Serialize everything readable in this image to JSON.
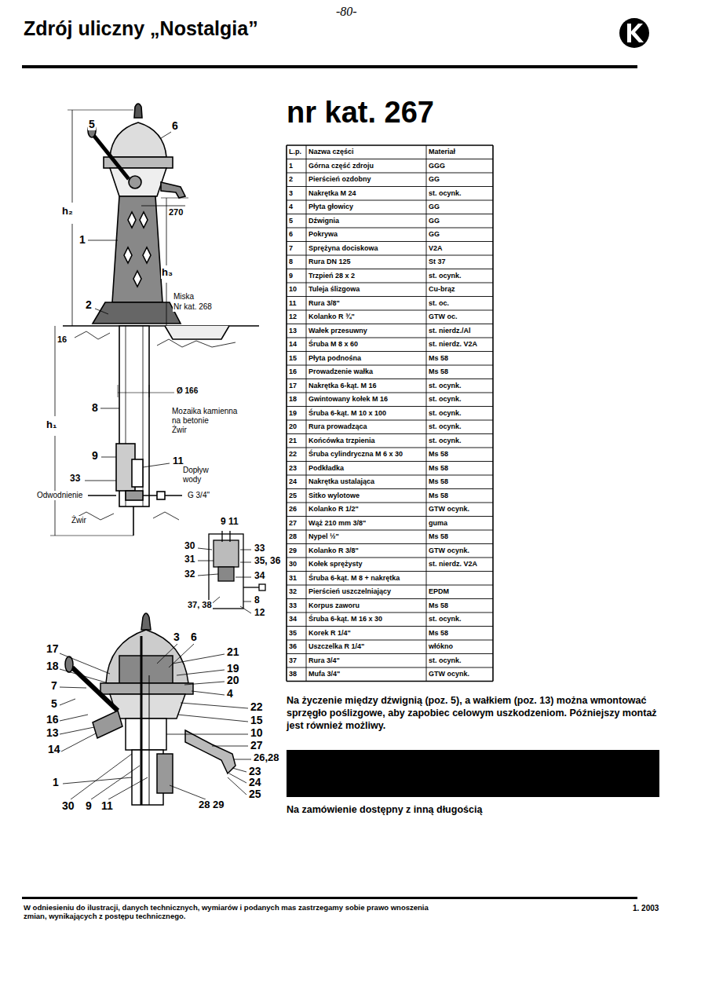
{
  "diagram": {
    "title": "Zdrój uliczny „Nostalgia”",
    "labels": [
      "-80-",
      "nr kat. 267",
      "L.p.",
      "Nazwa części",
      "Materiał",
      "1",
      "Górna część zdroju",
      "GGG",
      "2",
      "Pierścień ozdobny",
      "GG",
      "3",
      "Nakrętka M 24",
      "st. ocynk.",
      "4",
      "Płyta głowicy",
      "GG",
      "5",
      "Dźwignia",
      "GG",
      "6",
      "Pokrywa",
      "GG",
      "7",
      "Sprężyna dociskowa",
      "V2A",
      "8",
      "Rura DN 125",
      "St 37",
      "9",
      "Trzpień 28 x 2",
      "st. ocynk.",
      "10",
      "Tuleja ślizgowa",
      "Cu-brąz",
      "11",
      "Rura 3/8\"",
      "st. oc.",
      "12",
      "Kolanko R ¾\"",
      "GTW oc.",
      "13",
      "Wałek przesuwny",
      "st. nierdz./Al",
      "14",
      "Śruba M 8 x 60",
      "st. nierdz. V2A",
      "15",
      "Płyta podnośna",
      "Ms 58",
      "16",
      "Prowadzenie wałka",
      "Ms 58",
      "17",
      "Nakrętka 6-kąt. M 16",
      "st. ocynk.",
      "18",
      "Gwintowany kołek M 16",
      "st. ocynk.",
      "19",
      "Śruba 6-kąt. M 10 x 100",
      "st. ocynk.",
      "20",
      "Rura prowadząca",
      "st. ocynk.",
      "21",
      "Końcówka trzpienia",
      "st. ocynk.",
      "22",
      "Śruba cylindryczna M 6 x 30",
      "Ms 58",
      "23",
      "Podkładka",
      "Ms 58",
      "24",
      "Nakrętka ustalająca",
      "Ms 58",
      "25",
      "Sitko wylotowe",
      "Ms 58",
      "26",
      "Kolanko R 1/2\"",
      "GTW ocynk.",
      "27",
      "Wąż 210 mm 3/8\"",
      "guma",
      "28",
      "Nypel ½\"",
      "Ms 58",
      "29",
      "Kolanko R 3/8\"",
      "GTW ocynk.",
      "30",
      "Kołek sprężysty",
      "st. nierdz. V2A",
      "31",
      "Śruba 6-kąt. M 8 + nakrętka",
      "32",
      "Pierścień uszczelniający",
      "EPDM",
      "33",
      "Korpus zaworu",
      "Ms 58",
      "34",
      "Śruba 6-kąt. M 16 x 30",
      "st. ocynk.",
      "35",
      "Korek R 1/4\"",
      "Ms 58",
      "36",
      "Uszczelka R 1/4\"",
      "włókno",
      "37",
      "Rura 3/4\"",
      "st. ocynk.",
      "38",
      "Mufa 3/4\"",
      "GTW ocynk.",
      "Na życzenie między dźwignią (poz. 5), a wałkiem (poz. 13) można wmontować sprzęgło poślizgowe, aby zapobiec celowym uszkodzeniom. Późniejszy montaż jest również możliwy.",
      "Na zamówienie dostępny z inną długością",
      "5",
      "6",
      "h₂",
      "270",
      "1",
      "h₃",
      "2",
      "Miska",
      "Nr kat. 268",
      "16",
      "Ø 166",
      "8",
      "Mozaika kamienna",
      "na betonie",
      "Żwir",
      "h₁",
      "9",
      "11",
      "33",
      "Dopływ",
      "wody",
      "Odwodnienie",
      "G 3/4\"",
      "Żwir",
      "9 11",
      "30",
      "31",
      "32",
      "33",
      "35, 36",
      "34",
      "8",
      "12",
      "37, 38",
      "17",
      "18",
      "7",
      "5",
      "16",
      "13",
      "14",
      "1",
      "30",
      "9",
      "11",
      "28 29",
      "3",
      "6",
      "21",
      "19",
      "20",
      "4",
      "22",
      "15",
      "10",
      "27",
      "26,28",
      "23",
      "24",
      "25",
      "W odniesieniu do ilustracji, danych technicznych, wymiarów i podanych mas zastrzegamy sobie prawo wnoszenia zmian, wynikających z postępu technicznego.",
      "1. 2003"
    ]
  }
}
